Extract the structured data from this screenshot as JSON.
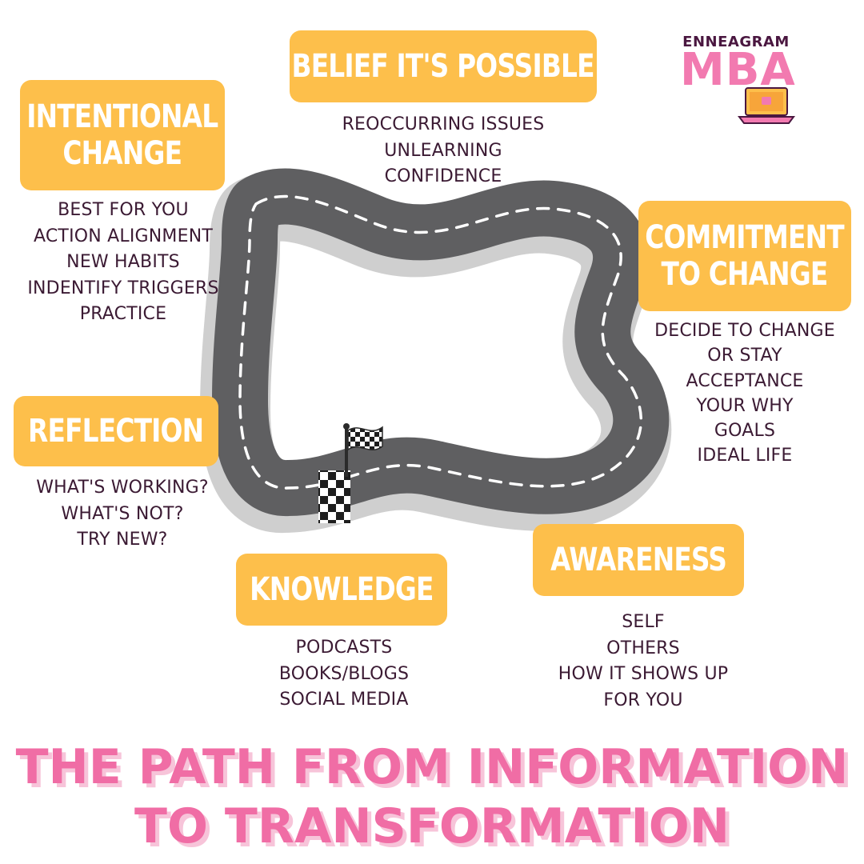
{
  "logo": {
    "top_text": "ENNEAGRAM",
    "main_text": "MBA",
    "icon": "laptop-icon",
    "colors": {
      "pink": "#f27ab0",
      "purple": "#4a1740",
      "orange": "#fdbf4b"
    }
  },
  "stages": {
    "belief": {
      "title": "BELIEF IT'S POSSIBLE",
      "items": [
        "REOCCURRING ISSUES",
        "UNLEARNING",
        "CONFIDENCE"
      ]
    },
    "intentional": {
      "title_lines": [
        "INTENTIONAL",
        "CHANGE"
      ],
      "items": [
        "BEST FOR YOU",
        "ACTION ALIGNMENT",
        "NEW HABITS",
        "INDENTIFY TRIGGERS",
        "PRACTICE"
      ]
    },
    "commitment": {
      "title_lines": [
        "COMMITMENT",
        "TO CHANGE"
      ],
      "items": [
        "DECIDE TO CHANGE",
        "OR STAY",
        "ACCEPTANCE",
        "YOUR WHY",
        "GOALS",
        "IDEAL LIFE"
      ]
    },
    "reflection": {
      "title": "REFLECTION",
      "items": [
        "WHAT'S WORKING?",
        "WHAT'S NOT?",
        "TRY NEW?"
      ]
    },
    "knowledge": {
      "title": "KNOWLEDGE",
      "items": [
        "PODCASTS",
        "BOOKS/BLOGS",
        "SOCIAL MEDIA"
      ]
    },
    "awareness": {
      "title": "AWARENESS",
      "items": [
        "SELF",
        "OTHERS",
        "HOW IT SHOWS UP",
        "FOR YOU"
      ]
    }
  },
  "headline": {
    "lines": [
      "THE PATH FROM INFORMATION",
      "TO TRANSFORMATION"
    ]
  },
  "colors": {
    "box": "#fdbf4b",
    "text": "#3b1a33",
    "headline": "#f06da5",
    "road": "#5f5f61",
    "road_edge": "#cfcfcf"
  }
}
